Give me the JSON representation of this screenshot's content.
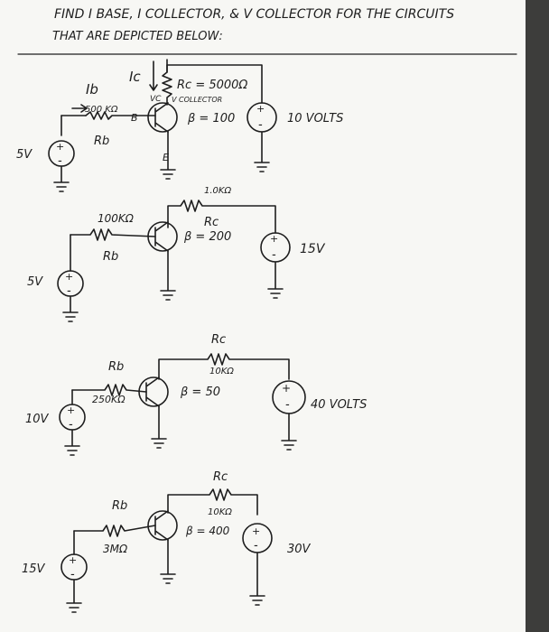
{
  "header": {
    "line1": "FIND  I BASE, I COLLECTOR, & V COLLECTOR  FOR THE CIRCUITS",
    "line2": "THAT  ARE  DEPICTED  BELOW:"
  },
  "circuits": [
    {
      "ib_label": "Ib",
      "ic_label": "Ic",
      "rb_value": "500 KΩ",
      "rb_name": "Rb",
      "rc_value": "Rc = 5000Ω",
      "vc_label": "VC",
      "vcollector_label": "V COLLECTOR",
      "beta": "β = 100",
      "vcc": "10 VOLTS",
      "vbb": "5V",
      "node_b": "B",
      "node_e": "E"
    },
    {
      "rb_value": "100KΩ",
      "rb_name": "Rb",
      "rc_value": "1.0KΩ",
      "rc_name": "Rc",
      "beta": "β = 200",
      "vcc": "15V",
      "vbb": "5V"
    },
    {
      "rb_value": "250KΩ",
      "rb_name": "Rb",
      "rc_value": "10KΩ",
      "rc_name": "Rc",
      "beta": "β = 50",
      "vcc": "40 VOLTS",
      "vbb": "10V"
    },
    {
      "rb_value": "3MΩ",
      "rb_name": "Rb",
      "rc_value": "10KΩ",
      "rc_name": "Rc",
      "beta": "β = 400",
      "vcc": "30V",
      "vbb": "15V"
    }
  ],
  "symbols": {
    "plus": "+",
    "minus": "-"
  }
}
